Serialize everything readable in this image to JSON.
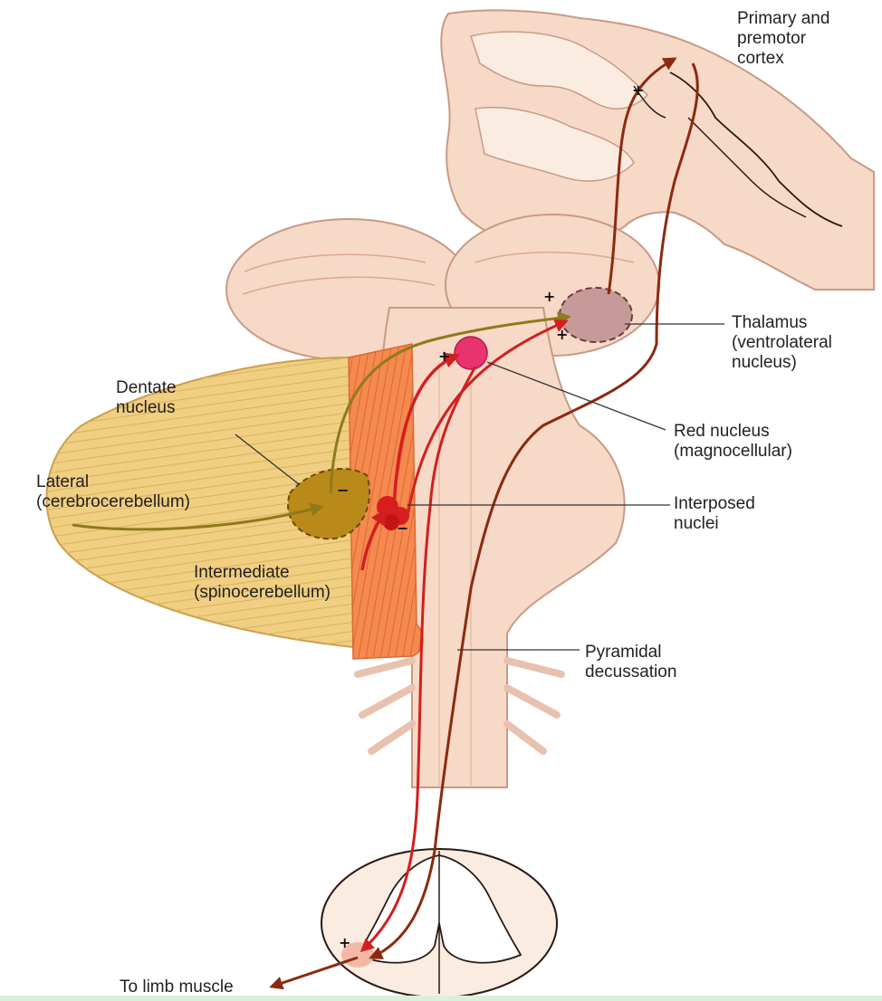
{
  "labels": {
    "cortex": [
      "Primary and",
      "premotor",
      "cortex"
    ],
    "thalamus": [
      "Thalamus",
      "(ventrolateral",
      "nucleus)"
    ],
    "dentate": [
      "Dentate",
      "nucleus"
    ],
    "red_nucleus": [
      "Red nucleus",
      "(magnocellular)"
    ],
    "lateral": [
      "Lateral",
      "(cerebrocerebellum)"
    ],
    "interposed": [
      "Interposed",
      "nuclei"
    ],
    "intermediate": [
      "Intermediate",
      "(spinocerebellum)"
    ],
    "pyramidal": [
      "Pyramidal",
      "decussation"
    ],
    "limb": [
      "To limb muscle"
    ]
  },
  "signs": {
    "cortex_plus": "+",
    "thalamus_plus_upper": "+",
    "thalamus_plus_lower": "+",
    "red_plus": "+",
    "dentate_minus": "−",
    "interposed_minus": "−",
    "spinal_plus": "+"
  },
  "colors": {
    "brain_tissue": "#f6d9c6",
    "brain_outline": "#c89a86",
    "cerebrocerebellum": "#f0cf82",
    "spinocerebellum": "#f58a4e",
    "dentate_nucleus": "#b98a1a",
    "red_nucleus": "#e8336e",
    "interposed_nuclei": "#d81e1e",
    "thalamus_nucleus": "#c79a9a",
    "pathway_dark": "#8b2a10",
    "pathway_red": "#d21f1f",
    "pathway_olive": "#8f7a1c"
  }
}
